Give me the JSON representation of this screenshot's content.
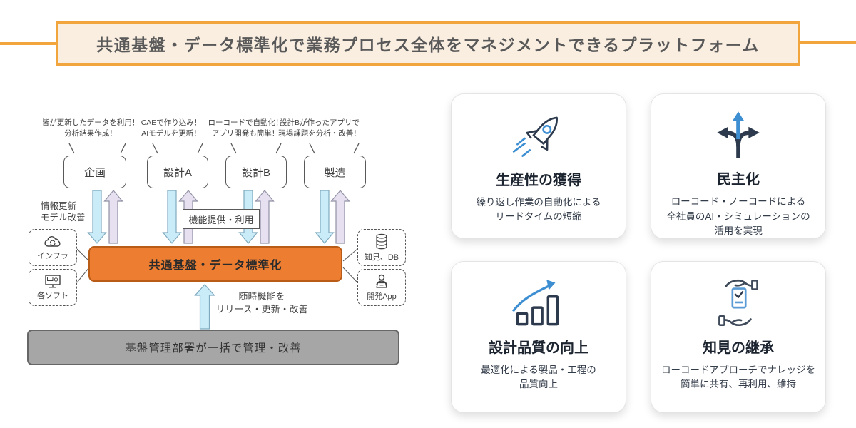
{
  "header": {
    "title": "共通基盤・データ標準化で業務プロセス全体をマネジメントできるプラットフォーム"
  },
  "diagram": {
    "callouts": [
      "皆が更新したデータを利用！\n分析結果作成！",
      "CAEで作り込み！\nAIモデルを更新！",
      "ローコードで自動化！\nアプリ開発も簡単！",
      "設計Bが作ったアプリで\n現場課題を分析・改善！"
    ],
    "departments": [
      "企画",
      "設計A",
      "設計B",
      "製造"
    ],
    "left_note": "情報更新\nモデル改善",
    "function_label": "機能提供・利用",
    "platform_label": "共通基盤・データ標準化",
    "release_note": "随時機能を\nリリース・更新・改善",
    "management_label": "基盤管理部署が一括で管理・改善",
    "side_boxes": [
      {
        "label": "インフラ",
        "icon": "cloud-sync-icon"
      },
      {
        "label": "各ソフト",
        "icon": "software-monitor-icon"
      },
      {
        "label": "知見、DB",
        "icon": "database-icon"
      },
      {
        "label": "開発App",
        "icon": "dev-app-person-icon"
      }
    ]
  },
  "cards": [
    {
      "title": "生産性の獲得",
      "desc": "繰り返し作業の自動化による\nリードタイムの短縮",
      "icon": "rocket-icon"
    },
    {
      "title": "民主化",
      "desc": "ローコード・ノーコードによる\n全社員のAI・シミュレーションの\n活用を実現",
      "icon": "branch-arrows-icon"
    },
    {
      "title": "設計品質の向上",
      "desc": "最適化による製品・工程の\n品質向上",
      "icon": "growth-chart-icon"
    },
    {
      "title": "知見の継承",
      "desc": "ローコードアプローチでナレッジを\n簡単に共有、再利用、維持",
      "icon": "knowledge-handover-icon"
    }
  ],
  "colors": {
    "header_bg": "#FAEEE1",
    "header_border": "#F2A43D",
    "platform_orange": "#ED7D31",
    "platform_border": "#B95C17",
    "management_gray": "#A6A6A6",
    "arrow_down_cyan": "#C9ECF8",
    "arrow_up_lavender": "#E6E0F0",
    "icon_navy": "#2D3A4D",
    "icon_blue": "#3D8FD1",
    "text_dark": "#404040"
  }
}
